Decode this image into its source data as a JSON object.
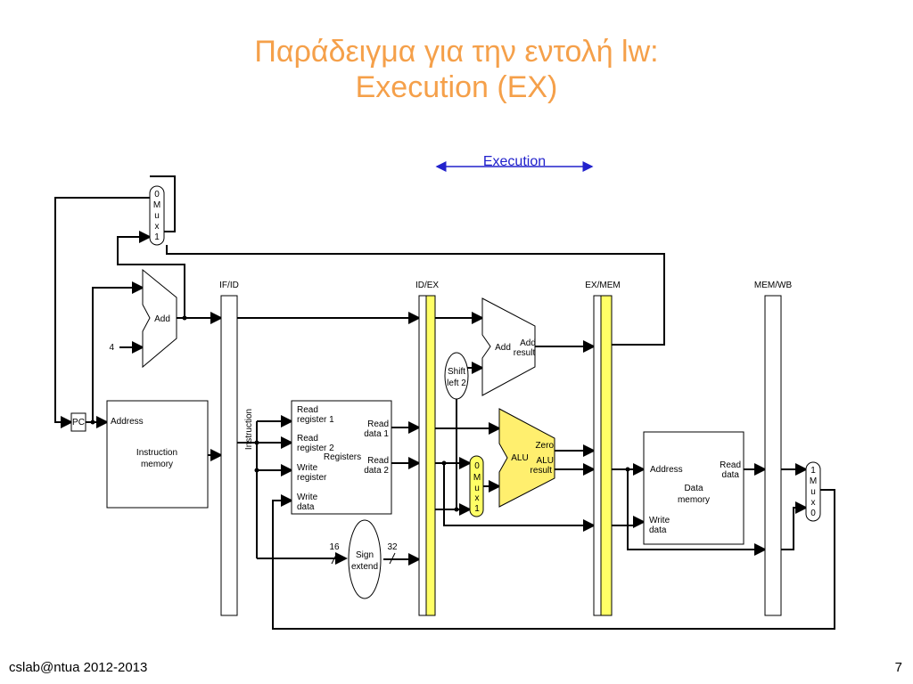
{
  "slide": {
    "title_line1": "Παράδειγμα για την εντολή lw:",
    "title_line2": "Execution (EX)",
    "footer_left": "cslab@ntua 2012-2013",
    "page_number": "7"
  },
  "diagram": {
    "stage_label": "Execution",
    "pipeline_registers": [
      "IF/ID",
      "ID/EX",
      "EX/MEM",
      "MEM/WB"
    ],
    "pc": "PC",
    "instruction_memory": {
      "address": "Address",
      "name_line1": "Instruction",
      "name_line2": "memory"
    },
    "instruction_label": "Instruction",
    "pc_adder": {
      "label": "Add",
      "const": "4"
    },
    "top_mux": [
      "0",
      "M",
      "u",
      "x",
      "1"
    ],
    "registers": {
      "read_reg1_a": "Read",
      "read_reg1_b": "register 1",
      "read_reg2_a": "Read",
      "read_reg2_b": "register 2",
      "write_reg_a": "Write",
      "write_reg_b": "register",
      "write_data_a": "Write",
      "write_data_b": "data",
      "name": "Registers",
      "read_data1_a": "Read",
      "read_data1_b": "data 1",
      "read_data2_a": "Read",
      "read_data2_b": "data 2"
    },
    "sign_extend": {
      "line1": "Sign",
      "line2": "extend",
      "in_bits": "16",
      "out_bits": "32"
    },
    "shift_left": {
      "line1": "Shift",
      "line2": "left 2"
    },
    "branch_adder": {
      "label": "Add",
      "result_a": "Add",
      "result_b": "result"
    },
    "alu": {
      "label": "ALU",
      "zero": "Zero",
      "result_a": "ALU",
      "result_b": "result"
    },
    "alu_mux": [
      "0",
      "M",
      "u",
      "x",
      "1"
    ],
    "data_memory": {
      "address": "Address",
      "read_a": "Read",
      "read_b": "data",
      "name_line1": "Data",
      "name_line2": "memory",
      "write_a": "Write",
      "write_b": "data"
    },
    "wb_mux": [
      "1",
      "M",
      "u",
      "x",
      "0"
    ],
    "colors": {
      "title": "#f5a04a",
      "highlight": "#ffff66",
      "alu_fill": "#ffef6e",
      "arrow": "#2222cc"
    }
  }
}
